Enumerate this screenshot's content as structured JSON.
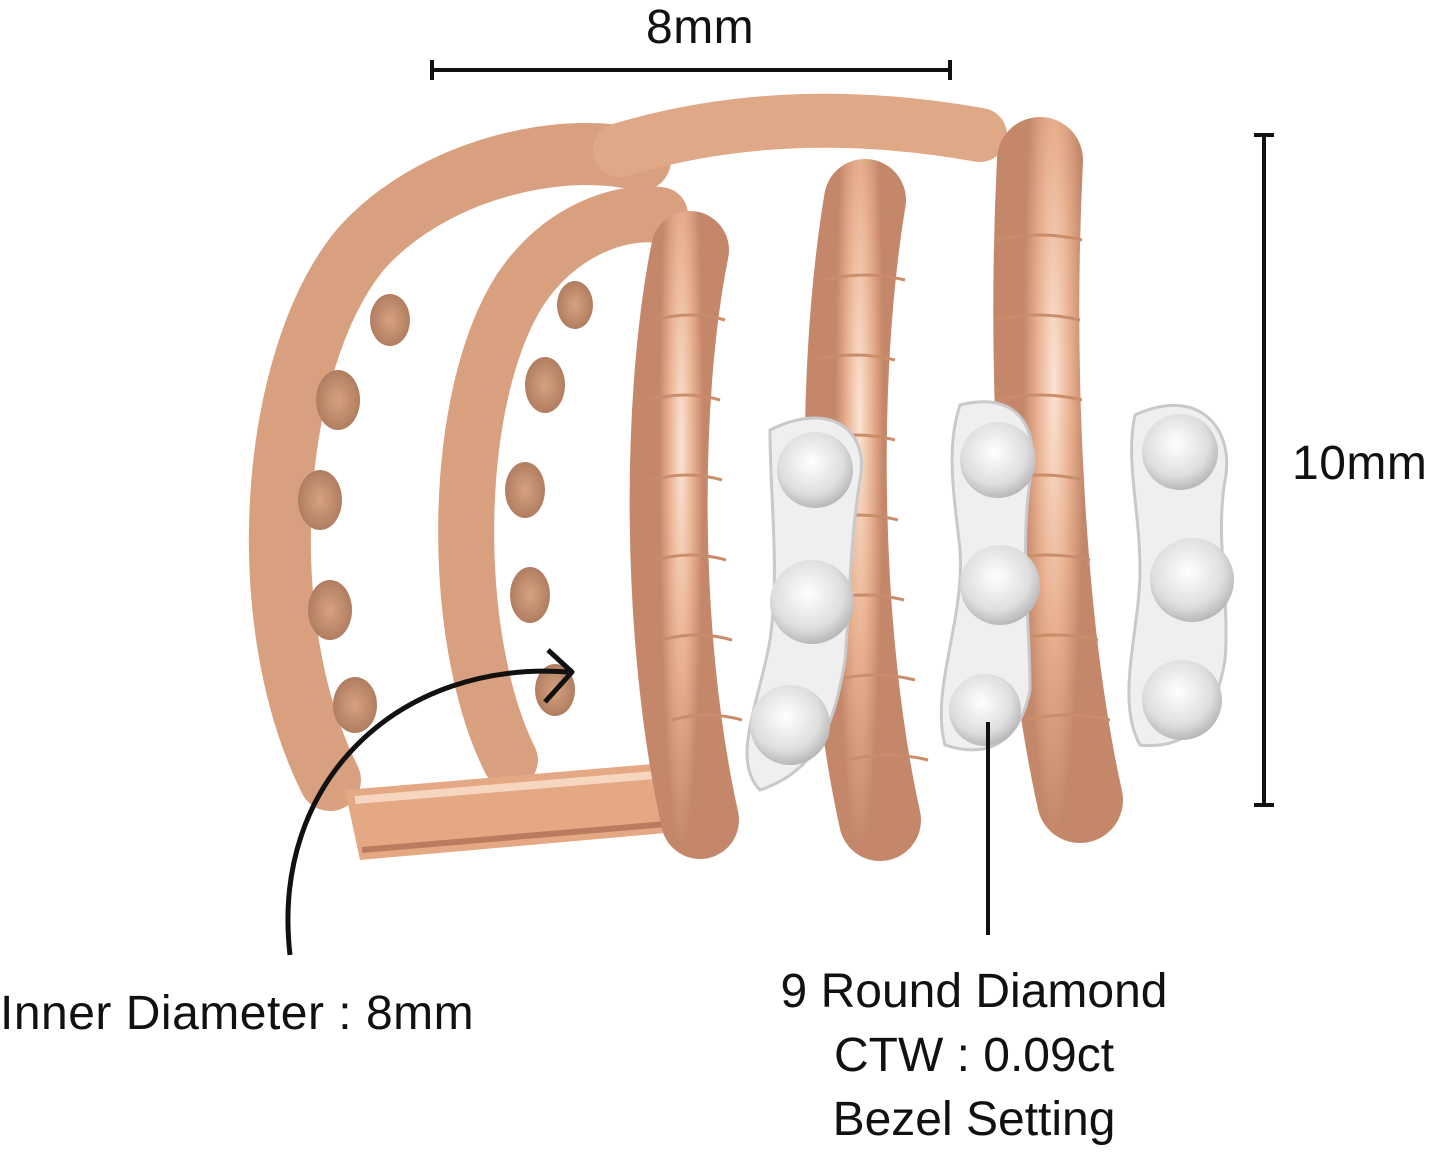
{
  "dimensions": {
    "width_label": "8mm",
    "height_label": "10mm",
    "inner_diameter_label": "Inner Diameter : 8mm"
  },
  "spec": {
    "line1": "9 Round Diamond",
    "line2": "CTW : 0.09ct",
    "line3": "Bezel Setting"
  },
  "colors": {
    "metal": "#e8b08f",
    "metal_shadow": "#c98d6a",
    "metal_highlight": "#f6d7c3",
    "bezel": "#eeeeee",
    "diamond": "#dcdcdc",
    "line": "#111111"
  }
}
